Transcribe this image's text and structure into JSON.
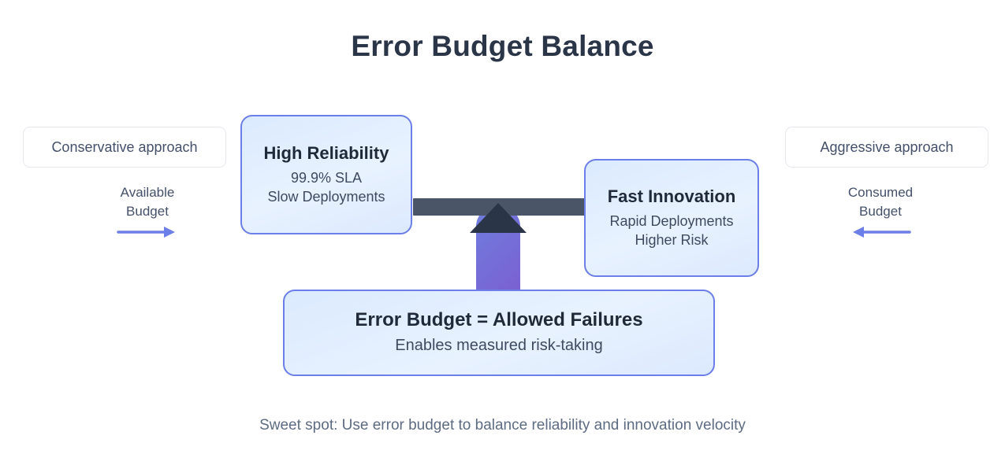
{
  "title": "Error Budget Balance",
  "left_side": {
    "pill_label": "Conservative approach",
    "caption_line1": "Available",
    "caption_line2": "Budget",
    "arrow_icon": "arrow-right-icon",
    "arrow_color": "#6c7ee8"
  },
  "right_side": {
    "pill_label": "Aggressive approach",
    "caption_line1": "Consumed",
    "caption_line2": "Budget",
    "arrow_icon": "arrow-left-icon",
    "arrow_color": "#6c7ee8"
  },
  "cards": {
    "reliability": {
      "title": "High Reliability",
      "line1": "99.9% SLA",
      "line2": "Slow Deployments"
    },
    "innovation": {
      "title": "Fast Innovation",
      "line1": "Rapid Deployments",
      "line2": "Higher Risk"
    },
    "budget": {
      "title": "Error Budget = Allowed Failures",
      "line1": "Enables measured risk-taking"
    }
  },
  "fulcrum": {
    "pillar_icon": "fulcrum-pillar-icon",
    "triangle_icon": "fulcrum-triangle-icon",
    "beam_icon": "balance-beam-icon",
    "beam_color": "#4b5568",
    "pillar_gradient_start": "#6f7fe0",
    "pillar_gradient_end": "#7a5fd0",
    "triangle_color": "#2b3548"
  },
  "footer_note": "Sweet spot: Use error budget to balance reliability and innovation velocity",
  "colors": {
    "title": "#2b3548",
    "card_border": "#6c7ee8",
    "card_fill": "#e0edfd",
    "body_text": "#3f4a60",
    "footer_text": "#5d6b82",
    "background": "#ffffff"
  }
}
